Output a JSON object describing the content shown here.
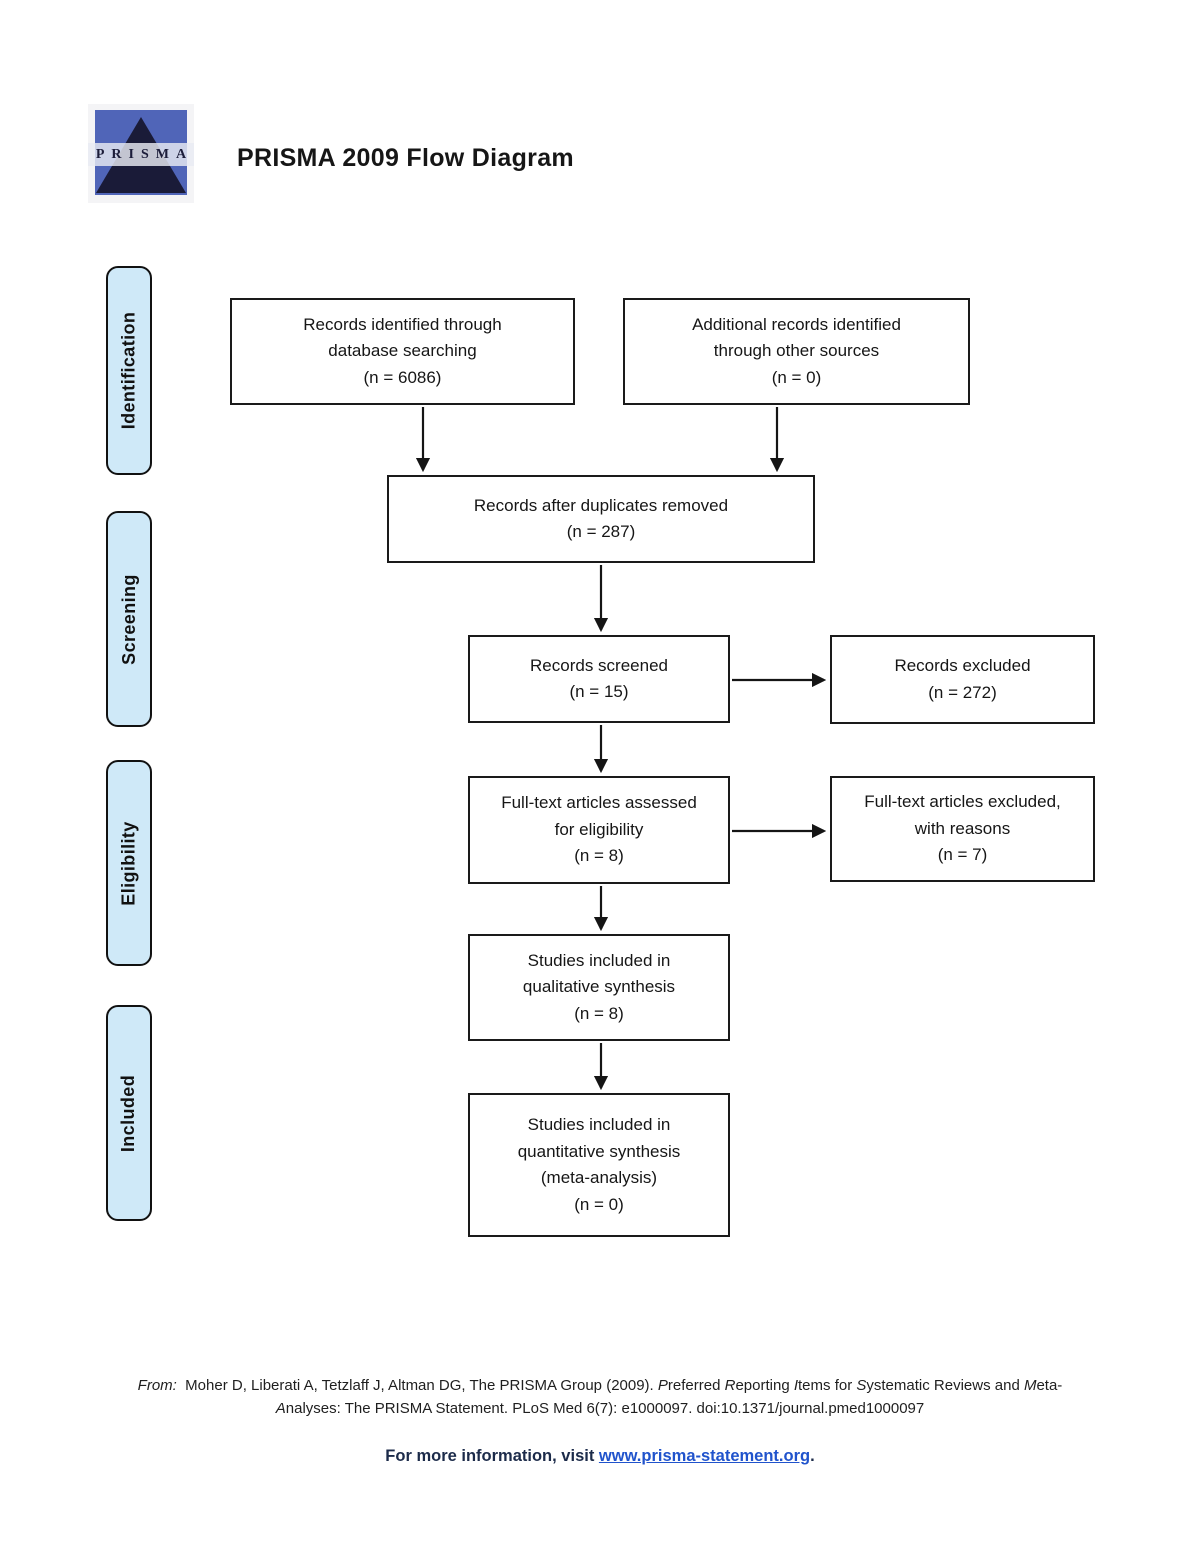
{
  "header": {
    "title": "PRISMA 2009 Flow Diagram"
  },
  "logo": {
    "text": "PRISMA"
  },
  "colors": {
    "sidebar_fill": "#cfe9f8",
    "box_border": "#1a1a1a",
    "logo_blue": "#5065b8",
    "logo_pyramid": "#1a1b38",
    "link_blue": "#2053cc",
    "info_navy": "#1c2b4a"
  },
  "sidebar": {
    "items": [
      {
        "label": "Identification"
      },
      {
        "label": "Screening"
      },
      {
        "label": "Eligibility"
      },
      {
        "label": "Included"
      }
    ]
  },
  "diagram": {
    "nodes": [
      {
        "id": "records-identified",
        "lines": [
          "Records identified through",
          "database searching",
          "(n = 6086)"
        ]
      },
      {
        "id": "additional-records",
        "lines": [
          "Additional records identified",
          "through other sources",
          "(n = 0)"
        ]
      },
      {
        "id": "duplicates-removed",
        "lines": [
          "Records after duplicates removed",
          "(n = 287)"
        ]
      },
      {
        "id": "records-screened",
        "lines": [
          "Records screened",
          "(n = 15)"
        ]
      },
      {
        "id": "records-excluded",
        "lines": [
          "Records excluded",
          "(n = 272)"
        ]
      },
      {
        "id": "fulltext-assessed",
        "lines": [
          "Full-text articles assessed",
          "for eligibility",
          "(n = 8)"
        ]
      },
      {
        "id": "fulltext-excluded",
        "lines": [
          "Full-text articles excluded,",
          "with reasons",
          "(n = 7)"
        ]
      },
      {
        "id": "qualitative-included",
        "lines": [
          "Studies included in",
          "qualitative synthesis",
          "(n = 8)"
        ]
      },
      {
        "id": "quantitative-included",
        "lines": [
          "Studies included in",
          "quantitative synthesis",
          "(meta-analysis)",
          "(n = 0)"
        ]
      }
    ],
    "counts": {
      "identified": 6086,
      "additional": 0,
      "after_duplicates": 287,
      "screened": 15,
      "excluded": 272,
      "fulltext_assessed": 8,
      "fulltext_excluded": 7,
      "qualitative_synthesis": 8,
      "quantitative_synthesis": 0
    },
    "edges": [
      {
        "from": "records-identified",
        "to": "duplicates-removed"
      },
      {
        "from": "additional-records",
        "to": "duplicates-removed"
      },
      {
        "from": "duplicates-removed",
        "to": "records-screened"
      },
      {
        "from": "records-screened",
        "to": "records-excluded"
      },
      {
        "from": "records-screened",
        "to": "fulltext-assessed"
      },
      {
        "from": "fulltext-assessed",
        "to": "fulltext-excluded"
      },
      {
        "from": "fulltext-assessed",
        "to": "qualitative-included"
      },
      {
        "from": "qualitative-included",
        "to": "quantitative-included"
      }
    ]
  },
  "footer": {
    "citation_line1": [
      {
        "text": "From:",
        "style": "italic"
      },
      {
        "text": "  Moher D, Liberati A, Tetzlaff J, Altman DG, The PRISMA Group (2009). ",
        "style": ""
      },
      {
        "text": "P",
        "style": "italic"
      },
      {
        "text": "referred ",
        "style": ""
      },
      {
        "text": "R",
        "style": "italic"
      },
      {
        "text": "eporting ",
        "style": ""
      },
      {
        "text": "I",
        "style": "italic"
      },
      {
        "text": "tems for ",
        "style": ""
      },
      {
        "text": "S",
        "style": "italic"
      },
      {
        "text": "ystematic Reviews and ",
        "style": ""
      },
      {
        "text": "M",
        "style": "italic"
      },
      {
        "text": "eta-",
        "style": ""
      }
    ],
    "citation_line2": [
      {
        "text": "A",
        "style": "italic"
      },
      {
        "text": "nalyses: The PRISMA Statement. PLoS Med 6(7): e1000097. doi:10.1371/journal.pmed1000097",
        "style": ""
      }
    ],
    "info_segments": [
      {
        "text": "For more information, visit ",
        "style": "info"
      },
      {
        "text": "www.prisma-statement.org",
        "style": "link"
      },
      {
        "text": ".",
        "style": "info"
      }
    ]
  }
}
